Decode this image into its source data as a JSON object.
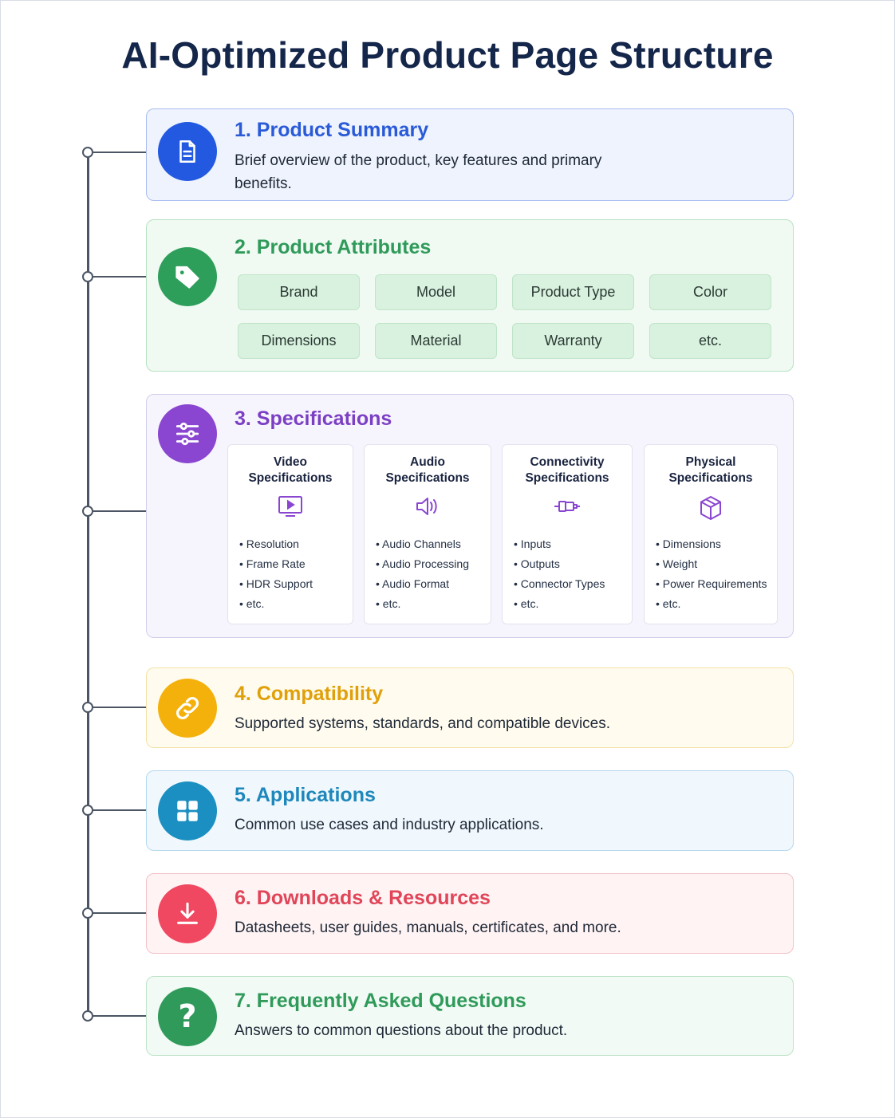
{
  "title": "AI-Optimized Product Page Structure",
  "sections": [
    {
      "number_title": "1. Product Summary",
      "description": "Brief overview of the product, key features and primary benefits.",
      "icon": "document-icon",
      "color": "#2259e0"
    },
    {
      "number_title": "2. Product Attributes",
      "icon": "tag-icon",
      "color": "#2e9e5b",
      "attributes": [
        "Brand",
        "Model",
        "Product Type",
        "Color",
        "Dimensions",
        "Material",
        "Warranty",
        "etc."
      ]
    },
    {
      "number_title": "3. Specifications",
      "icon": "sliders-icon",
      "color": "#8a46d0",
      "groups": [
        {
          "title_line1": "Video",
          "title_line2": "Specifications",
          "icon": "monitor-play-icon",
          "items": [
            "Resolution",
            "Frame Rate",
            "HDR Support",
            "etc."
          ]
        },
        {
          "title_line1": "Audio",
          "title_line2": "Specifications",
          "icon": "speaker-icon",
          "items": [
            "Audio Channels",
            "Audio Processing",
            "Audio Format",
            "etc."
          ]
        },
        {
          "title_line1": "Connectivity",
          "title_line2": "Specifications",
          "icon": "connector-icon",
          "items": [
            "Inputs",
            "Outputs",
            "Connector Types",
            "etc."
          ]
        },
        {
          "title_line1": "Physical",
          "title_line2": "Specifications",
          "icon": "cube-icon",
          "items": [
            "Dimensions",
            "Weight",
            "Power Requirements",
            "etc."
          ]
        }
      ]
    },
    {
      "number_title": "4. Compatibility",
      "description": "Supported systems, standards, and compatible devices.",
      "icon": "link-icon",
      "color": "#f4b10b"
    },
    {
      "number_title": "5. Applications",
      "description": "Common use cases and industry applications.",
      "icon": "grid-icon",
      "color": "#1b8fc1"
    },
    {
      "number_title": "6. Downloads & Resources",
      "description": "Datasheets, user guides, manuals, certificates, and more.",
      "icon": "download-icon",
      "color": "#ef4860"
    },
    {
      "number_title": "7. Frequently Asked Questions",
      "description": "Answers to common questions about the product.",
      "icon": "question-icon",
      "color": "#2f9a5a",
      "icon_glyph": "?"
    }
  ]
}
